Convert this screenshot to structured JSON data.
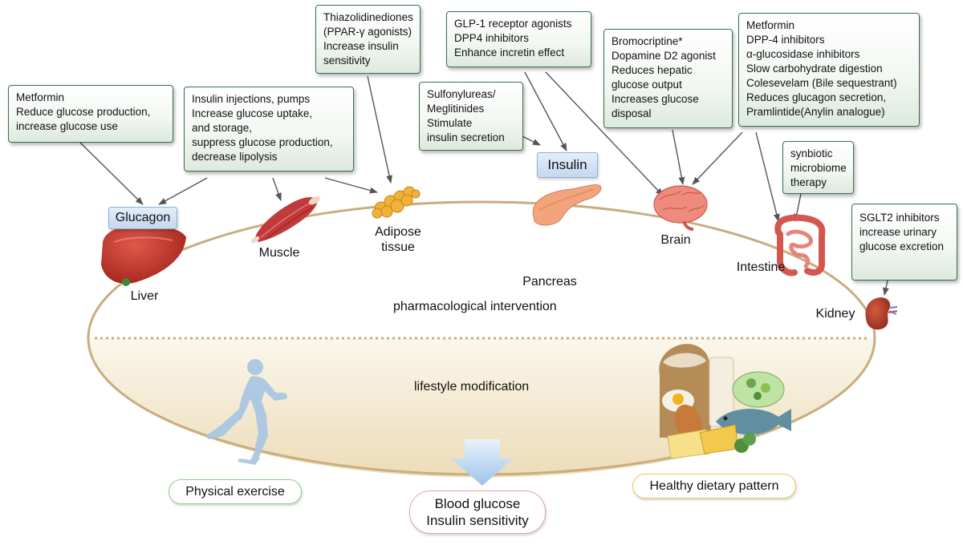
{
  "boxes": {
    "liver_box": {
      "lines": [
        "Metformin",
        "Reduce glucose production,",
        "increase glucose use"
      ]
    },
    "muscle_box": {
      "lines": [
        "Insulin injections, pumps",
        "Increase glucose uptake,",
        "and storage,",
        "suppress glucose production,",
        "decrease lipolysis"
      ]
    },
    "adipose_box": {
      "lines": [
        "Thiazolidinediones",
        "(PPAR-γ agonists)",
        "Increase insulin",
        "sensitivity"
      ]
    },
    "sulfonyl_box": {
      "lines": [
        "Sulfonylureas/",
        "Meglitinides",
        "Stimulate",
        "insulin secretion"
      ]
    },
    "glp_box": {
      "lines": [
        "GLP-1 receptor agonists",
        "DPP4 inhibitors",
        "Enhance incretin effect"
      ]
    },
    "bromo_box": {
      "lines": [
        "Bromocriptine*",
        "Dopamine D2 agonist",
        "Reduces hepatic",
        "glucose output",
        "Increases glucose",
        "disposal"
      ]
    },
    "metformin2_box": {
      "lines": [
        "Metformin",
        "DPP-4 inhibitors",
        "α-glucosidase inhibitors",
        "Slow carbohydrate digestion",
        "Colesevelam (Bile sequestrant)",
        "Reduces glucagon secretion,",
        "Pramlintide(Anylin analogue)"
      ]
    },
    "synbiotic_box": {
      "lines": [
        "synbiotic",
        "microbiome",
        "therapy"
      ]
    },
    "sglt2_box": {
      "lines": [
        "SGLT2 inhibitors",
        "increase urinary",
        "glucose excretion"
      ]
    }
  },
  "hormones": {
    "glucagon": "Glucagon",
    "insulin": "Insulin"
  },
  "organs": {
    "liver": "Liver",
    "muscle": "Muscle",
    "adipose": [
      "Adipose",
      "tissue"
    ],
    "pancreas": "Pancreas",
    "brain": "Brain",
    "intestine": "Intestine",
    "kidney": "Kidney"
  },
  "sections": {
    "pharmacological": "pharmacological intervention",
    "lifestyle": "lifestyle modification"
  },
  "outcomes": {
    "exercise": "Physical exercise",
    "diet": "Healthy dietary pattern",
    "result": [
      "Blood glucose",
      "Insulin sensitivity"
    ]
  },
  "colors": {
    "box_border": "#3c6e4e",
    "box_fill_bottom": "#dde9de",
    "ellipse": "#c9ad7f",
    "tag_fill": "#c5d8ee",
    "runner": "#a9c6e3",
    "arrow": "#555555"
  }
}
